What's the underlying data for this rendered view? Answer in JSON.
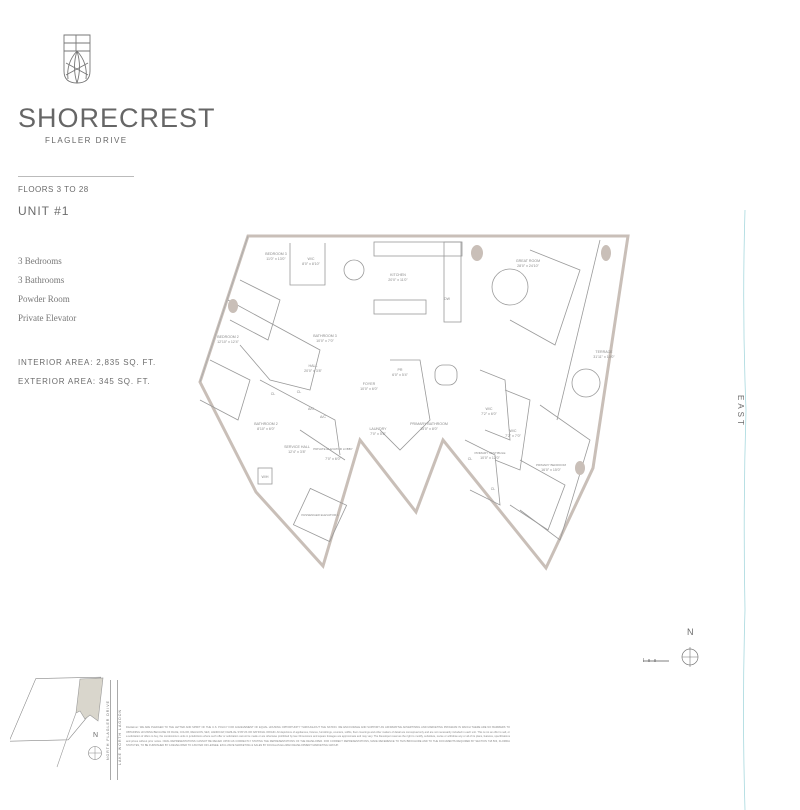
{
  "brand": {
    "name": "SHORECREST",
    "subtitle": "FLAGLER DRIVE"
  },
  "unit_info": {
    "floors": "FLOORS 3 TO 28",
    "unit": "UNIT #1",
    "features": [
      "3 Bedrooms",
      "3 Bathrooms",
      "Powder Room",
      "Private Elevator"
    ],
    "interior_area": "INTERIOR AREA: 2,835 SQ. FT.",
    "exterior_area": "EXTERIOR AREA: 345 SQ. FT."
  },
  "orientation": {
    "side_label": "EAST",
    "north": "N",
    "site_north": "N"
  },
  "rooms": [
    {
      "name": "BEDROOM 3",
      "dim": "11'0\" x 13'0\""
    },
    {
      "name": "W/C",
      "dim": "8'0\" x 8'10\""
    },
    {
      "name": "KITCHEN",
      "dim": "20'0\" x 11'0\""
    },
    {
      "name": "GREAT ROOM",
      "dim": "28'0\" x 24'10\""
    },
    {
      "name": "TERRACE",
      "dim": "31'11\" x 10'0\""
    },
    {
      "name": "BEDROOM 2",
      "dim": "12'10\" x 12'4\""
    },
    {
      "name": "BATHROOM 3",
      "dim": "10'0\" x 7'0\""
    },
    {
      "name": "HALL",
      "dim": "20'0\" x 3'8\""
    },
    {
      "name": "FOYER",
      "dim": "10'0\" x 6'0\""
    },
    {
      "name": "PR",
      "dim": "6'0\" x 5'4\""
    },
    {
      "name": "W/C",
      "dim": "7'2\" x 6'0\""
    },
    {
      "name": "W/C",
      "dim": "7'2\" x 7'0\""
    },
    {
      "name": "BATHROOM 2",
      "dim": "8'10\" x 6'0\""
    },
    {
      "name": "LAUNDRY",
      "dim": "7'0\" x 5'8\""
    },
    {
      "name": "PRIMARY BATHROOM",
      "dim": "15'0\" x 8'0\""
    },
    {
      "name": "SERVICE HALL",
      "dim": "12'4\" x 3'8\""
    },
    {
      "name": "PRIVATE ELEVATOR LOBBY",
      "dim": "7'0\" x 6'0\""
    },
    {
      "name": "PRIMARY VESTIBULE",
      "dim": "10'0\" x 12'0\""
    },
    {
      "name": "PRIMARY BEDROOM",
      "dim": "16'0\" x 15'0\""
    },
    {
      "name": "PASSENGER ELEVATOR 1",
      "dim": ""
    }
  ],
  "fixtures": {
    "closet": "CL",
    "ac": "A/C",
    "dw": "DW",
    "wh": "W/H"
  },
  "site_plan": {
    "street": "NORTH FLAGLER DRIVE",
    "water": "LAKE WORTH LAGOON"
  },
  "disclaimer": "Disclaimer: WE ARE PLEDGED TO THE LETTER AND SPIRIT OF THE U.S. POLICY FOR ACHIEVEMENT OF EQUAL HOUSING OPPORTUNITY THROUGHOUT THE NATION. WE ENCOURAGE AND SUPPORT AN AFFIRMATIVE ADVERTISING AND MARKETING PROGRAM IN WHICH THERE ARE NO BARRIERS TO OBTAINING HOUSING BECAUSE OF RACE, COLOR, RELIGION, SEX, HANDICAP, FAMILIAL STATUS OR NATIONAL ORIGIN. All depictions of appliances, fixtures, furnishings, counters, soffits, floor coverings and other matters of detail are conceptual only and are not necessarily included in each unit. This is not an offer to sell, or a solicitation of offers to buy, the condominium units in jurisdictions where such offer or solicitation cannot be made or are otherwise prohibited by law. Dimensions and square footages are approximate and may vary. The Developer reserves the right to modify, substitute, revise or withdraw any or all of its plans, features, specifications and prices without prior notice. ORAL REPRESENTATIONS CANNOT BE RELIED UPON AS CORRECTLY STATING THE REPRESENTATIONS OF THE DEVELOPER. FOR CORRECT REPRESENTATIONS, MAKE REFERENCE TO THIS BROCHURE AND TO THE DOCUMENTS REQUIRED BY SECTION 718.503, FLORIDA STATUTES, TO BE FURNISHED BY A DEVELOPER TO A BUYER OR LESSEE. EXCLUSIVE MARKETING & SALES BY DOUGLAS ELLIMAN DEVELOPMENT MARKETING GROUP.",
  "colors": {
    "wall": "#c9bfb8",
    "line": "#9a9a9a",
    "text": "#6b6b6b",
    "site_highlight": "#d9d6cc",
    "water_line": "#a7d8de"
  }
}
